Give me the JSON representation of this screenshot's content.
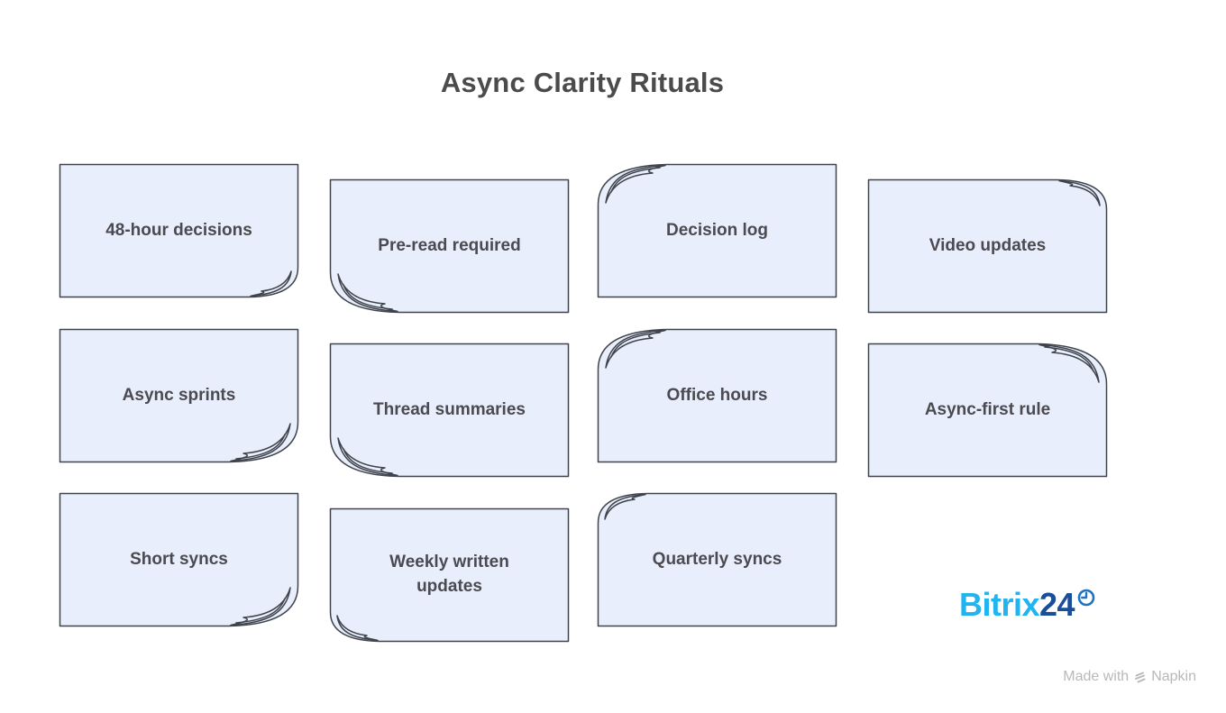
{
  "title": "Async Clarity Rituals",
  "cards": [
    {
      "label": "48-hour decisions",
      "curl": "br-subtle"
    },
    {
      "label": "Pre-read required",
      "curl": "bl-fold"
    },
    {
      "label": "Decision log",
      "curl": "tl-fold"
    },
    {
      "label": "Video updates",
      "curl": "tr-subtle"
    },
    {
      "label": "Async sprints",
      "curl": "br-fold"
    },
    {
      "label": "Thread summaries",
      "curl": "bl-fold"
    },
    {
      "label": "Office hours",
      "curl": "tl-fold"
    },
    {
      "label": "Async-first rule",
      "curl": "tr-fold"
    },
    {
      "label": "Short syncs",
      "curl": "br-fold"
    },
    {
      "label": "Weekly written updates",
      "curl": "bl-subtle"
    },
    {
      "label": "Quarterly syncs",
      "curl": "tl-subtle"
    }
  ],
  "colors": {
    "note_fill": "#e8eefb",
    "note_border": "#3f444c",
    "title_text": "#4b4b4b",
    "label_text": "#4a4a50",
    "bitrix_light_blue": "#20b4f0",
    "bitrix_dark_blue": "#1a4e9b",
    "bitrix_clock_blue": "#1e73c2",
    "napkin_gray": "#b8b8b8"
  },
  "footer": {
    "logo_part1": "Bitrix",
    "logo_part2": "24",
    "credit_prefix": "Made with",
    "credit_brand": "Napkin"
  }
}
